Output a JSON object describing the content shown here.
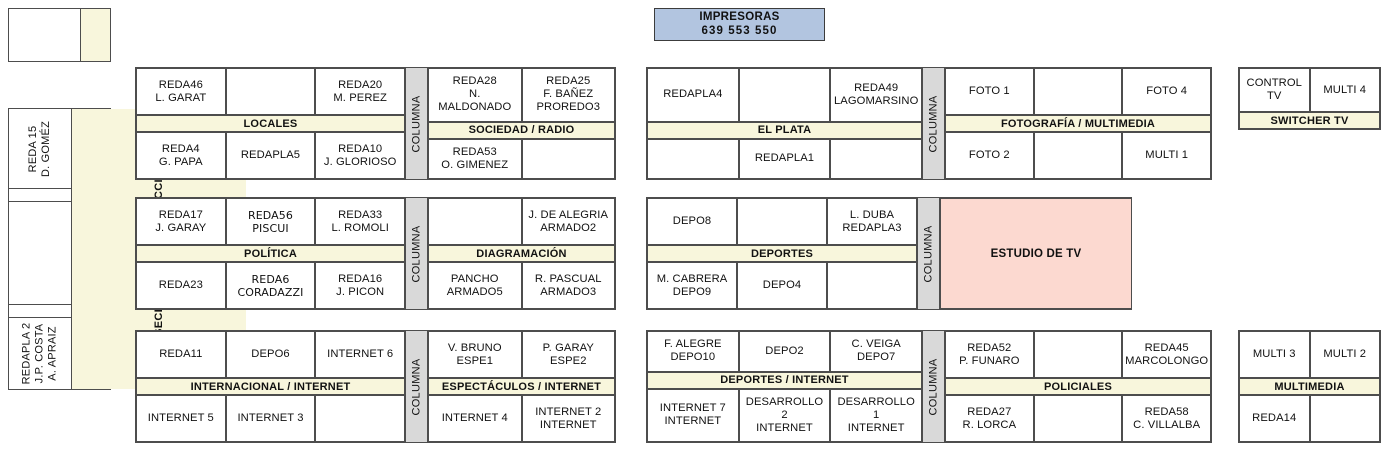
{
  "printers": {
    "title": "IMPRESORAS",
    "numbers": "639  553  550",
    "color": "#b2c5e0"
  },
  "palette": {
    "band_yellow": "#f8f6dc",
    "columna_grey": "#d9d9d9",
    "studio_pink": "#fcd9d0",
    "printers_blue": "#b2c5e0",
    "border": "#4d4d4d"
  },
  "sidebar": {
    "label": "SECRETARIOS DE REDACCIÓN",
    "top_cells": [
      "",
      ""
    ],
    "desks": [
      {
        "lines": [
          "REDA 15",
          "D. GOMÉZ"
        ]
      },
      {
        "lines": [
          ""
        ]
      },
      {
        "lines": [
          ""
        ]
      },
      {
        "lines": [
          ""
        ]
      },
      {
        "lines": [
          "REDAPLA 2",
          "J.P. COSTA",
          "A. APRAIZ"
        ]
      }
    ]
  },
  "columna_label": "COLUMNA",
  "blocks": [
    {
      "id": "locales-sociedad",
      "left": {
        "label": "LOCALES",
        "top": [
          {
            "lines": [
              "REDA46",
              "L. GARAT"
            ]
          },
          {
            "lines": [
              ""
            ]
          },
          {
            "lines": [
              "REDA20",
              "M. PEREZ"
            ]
          }
        ],
        "bottom": [
          {
            "lines": [
              "REDA4",
              "G. PAPA"
            ]
          },
          {
            "lines": [
              "REDAPLA5"
            ]
          },
          {
            "lines": [
              "REDA10",
              "J. GLORIOSO"
            ]
          }
        ]
      },
      "right": {
        "label": "SOCIEDAD / RADIO",
        "top": [
          {
            "lines": [
              "REDA28",
              "N. MALDONADO"
            ]
          },
          {
            "lines": [
              "REDA25",
              "F. BAÑEZ",
              "PROREDO3"
            ]
          }
        ],
        "bottom": [
          {
            "lines": [
              "REDA53",
              "O. GIMENEZ"
            ]
          },
          {
            "lines": [
              ""
            ]
          }
        ]
      }
    },
    {
      "id": "elplata-fotografia",
      "left": {
        "label": "EL PLATA",
        "top": [
          {
            "lines": [
              "REDAPLA4"
            ]
          },
          {
            "lines": [
              ""
            ]
          },
          {
            "lines": [
              "REDA49",
              "LAGOMARSINO"
            ]
          }
        ],
        "bottom": [
          {
            "lines": [
              ""
            ]
          },
          {
            "lines": [
              "REDAPLA1"
            ]
          },
          {
            "lines": [
              ""
            ]
          }
        ]
      },
      "right": {
        "label": "FOTOGRAFÍA / MULTIMEDIA",
        "top": [
          {
            "lines": [
              "FOTO 1"
            ]
          },
          {
            "lines": [
              ""
            ]
          },
          {
            "lines": [
              "FOTO 4"
            ]
          }
        ],
        "bottom": [
          {
            "lines": [
              "FOTO 2"
            ]
          },
          {
            "lines": [
              ""
            ]
          },
          {
            "lines": [
              "MULTI 1"
            ]
          }
        ]
      }
    },
    {
      "id": "switcher-tv",
      "single": {
        "label": "SWITCHER TV",
        "top": [
          {
            "lines": [
              "CONTROL TV"
            ]
          },
          {
            "lines": [
              "MULTI 4"
            ]
          }
        ],
        "bottom": []
      }
    },
    {
      "id": "politica-diagramacion",
      "left": {
        "label": "POLÍTICA",
        "top": [
          {
            "lines": [
              "REDA17",
              "J. GARAY"
            ]
          },
          {
            "lines": [
              "REDA56",
              "PISCUI"
            ],
            "alt": true
          },
          {
            "lines": [
              "REDA33",
              "L. ROMOLI"
            ]
          }
        ],
        "bottom": [
          {
            "lines": [
              "REDA23"
            ]
          },
          {
            "lines": [
              "REDA6",
              "CORADAZZI"
            ],
            "alt": true
          },
          {
            "lines": [
              "REDA16",
              "J. PICON"
            ]
          }
        ]
      },
      "right": {
        "label": "DIAGRAMACIÓN",
        "top": [
          {
            "lines": [
              ""
            ]
          },
          {
            "lines": [
              "J. DE ALEGRIA",
              "ARMADO2"
            ]
          }
        ],
        "bottom": [
          {
            "lines": [
              "PANCHO",
              "ARMADO5"
            ]
          },
          {
            "lines": [
              "R. PASCUAL",
              "ARMADO3"
            ]
          }
        ]
      }
    },
    {
      "id": "deportes-estudio",
      "left": {
        "label": "DEPORTES",
        "top": [
          {
            "lines": [
              "DEPO8"
            ]
          },
          {
            "lines": [
              ""
            ]
          },
          {
            "lines": [
              "L. DUBA",
              "REDAPLA3"
            ]
          }
        ],
        "bottom": [
          {
            "lines": [
              "M. CABRERA",
              "DEPO9"
            ]
          },
          {
            "lines": [
              "DEPO4"
            ]
          },
          {
            "lines": [
              ""
            ]
          }
        ]
      },
      "studio": {
        "label": "ESTUDIO DE TV"
      }
    },
    {
      "id": "internacional-espectaculos",
      "left": {
        "label": "INTERNACIONAL / INTERNET",
        "top": [
          {
            "lines": [
              "REDA11"
            ]
          },
          {
            "lines": [
              "DEPO6"
            ]
          },
          {
            "lines": [
              "INTERNET 6"
            ]
          }
        ],
        "bottom": [
          {
            "lines": [
              "INTERNET 5"
            ]
          },
          {
            "lines": [
              "INTERNET 3"
            ]
          },
          {
            "lines": [
              ""
            ]
          }
        ]
      },
      "right": {
        "label": "ESPECTÁCULOS / INTERNET",
        "top": [
          {
            "lines": [
              "V. BRUNO",
              "ESPE1"
            ]
          },
          {
            "lines": [
              "P. GARAY",
              "ESPE2"
            ]
          }
        ],
        "bottom": [
          {
            "lines": [
              "INTERNET 4"
            ]
          },
          {
            "lines": [
              "INTERNET 2",
              "INTERNET"
            ]
          }
        ]
      }
    },
    {
      "id": "deportes-policiales",
      "left": {
        "label": "DEPORTES / INTERNET",
        "top": [
          {
            "lines": [
              "F. ALEGRE",
              "DEPO10"
            ]
          },
          {
            "lines": [
              "DEPO2"
            ]
          },
          {
            "lines": [
              "C. VEIGA",
              "DEPO7"
            ]
          }
        ],
        "bottom": [
          {
            "lines": [
              "INTERNET 7",
              "INTERNET"
            ]
          },
          {
            "lines": [
              "DESARROLLO 2",
              "INTERNET"
            ]
          },
          {
            "lines": [
              "DESARROLLO 1",
              "INTERNET"
            ]
          }
        ]
      },
      "right": {
        "label": "POLICIALES",
        "top": [
          {
            "lines": [
              "REDA52",
              "P. FUNARO"
            ]
          },
          {
            "lines": [
              ""
            ]
          },
          {
            "lines": [
              "REDA45",
              "MARCOLONGO"
            ]
          }
        ],
        "bottom": [
          {
            "lines": [
              "REDA27",
              "R. LORCA"
            ]
          },
          {
            "lines": [
              ""
            ]
          },
          {
            "lines": [
              "REDA58",
              "C. VILLALBA"
            ]
          }
        ]
      }
    },
    {
      "id": "multimedia",
      "single": {
        "label": "MULTIMEDIA",
        "top": [
          {
            "lines": [
              "MULTI 3"
            ]
          },
          {
            "lines": [
              "MULTI 2"
            ]
          }
        ],
        "bottom": [
          {
            "lines": [
              "REDA14"
            ]
          },
          {
            "lines": [
              ""
            ]
          }
        ]
      }
    }
  ]
}
